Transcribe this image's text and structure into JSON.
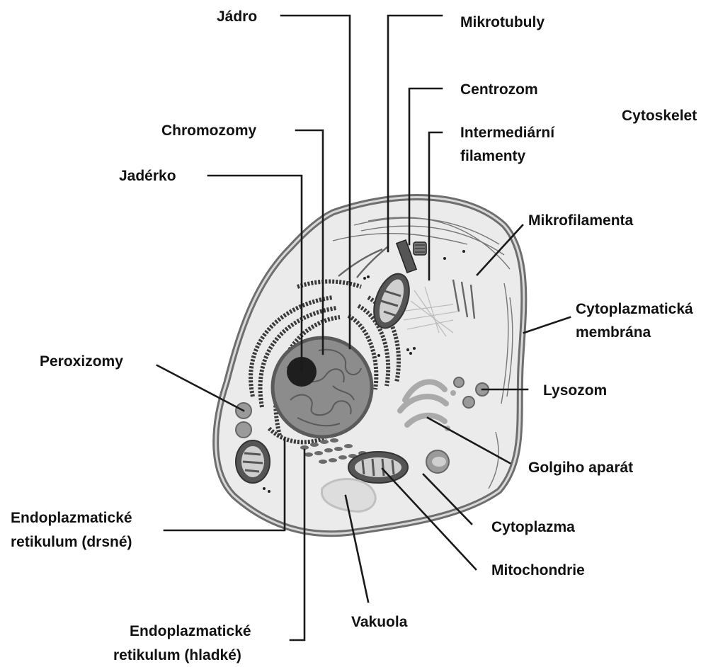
{
  "labels": {
    "jadro": "Jádro",
    "mikrotubuly": "Mikrotubuly",
    "centrozom": "Centrozom",
    "cytoskelet": "Cytoskelet",
    "chromozomy": "Chromozomy",
    "intermediarni_1": "Intermediární",
    "intermediarni_2": "filamenty",
    "jaderko": "Jadérko",
    "mikrofilamenta": "Mikrofilamenta",
    "cytoplazmaticka_1": "Cytoplazmatická",
    "cytoplazmaticka_2": "membrána",
    "peroxizomy": "Peroxizomy",
    "lysozom": "Lysozom",
    "golgi": "Golgiho aparát",
    "er_drsne_1": "Endoplazmatické",
    "er_drsne_2": "retikulum (drsné)",
    "cytoplazma": "Cytoplazma",
    "mitochondrie": "Mitochondrie",
    "vakuola": "Vakuola",
    "er_hladke_1": "Endoplazmatické",
    "er_hladke_2": "retikulum (hladké)"
  },
  "colors": {
    "cytoplasm": "#ebebeb",
    "membrane": "#6e6e6e",
    "nucleus": "#8c8c8c",
    "nucleolus": "#1e1e1e",
    "organelle_dark": "#555555",
    "organelle_light": "#b4b4b4",
    "text": "#111111"
  }
}
